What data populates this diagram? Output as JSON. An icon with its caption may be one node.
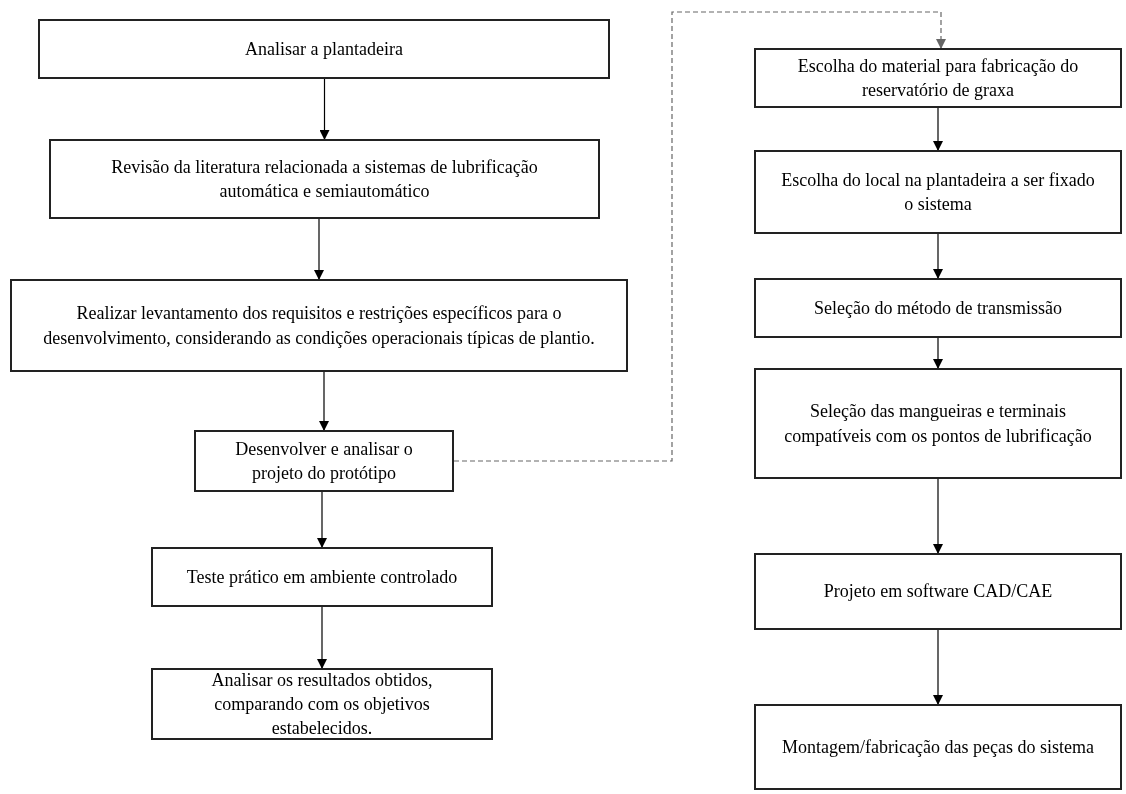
{
  "diagram": {
    "nodes": [
      {
        "text": [
          "Analisar a plantadeira"
        ]
      },
      {
        "text": [
          "Revisão da literatura relacionada a sistemas de lubrificação automática e semiautomático"
        ]
      },
      {
        "text": [
          "Realizar levantamento dos requisitos e restrições específicos para o desenvolvimento, considerando as condições operacionais típicas de plantio."
        ]
      },
      {
        "text": [
          "Desenvolver e analisar o projeto do protótipo"
        ]
      },
      {
        "text": [
          "Teste prático em ambiente controlado"
        ]
      },
      {
        "text": [
          "Analisar os resultados obtidos, comparando com os objetivos estabelecidos."
        ]
      },
      {
        "text": [
          "Escolha do material para fabricação do reservatório de graxa"
        ]
      },
      {
        "text": [
          "Escolha do local na plantadeira a ser fixado o sistema"
        ]
      },
      {
        "text": [
          "Seleção do método de transmissão"
        ]
      },
      {
        "text": [
          "Seleção das mangueiras e terminais compatíveis com os pontos de lubrificação"
        ]
      },
      {
        "text": [
          "Projeto em software CAD/CAE"
        ]
      },
      {
        "text": [
          "Montagem/fabricação das peças do sistema"
        ]
      }
    ],
    "edges": [
      {
        "from": 0,
        "to": 1,
        "arrow": "to"
      },
      {
        "from": 1,
        "to": 2,
        "arrow": "to"
      },
      {
        "from": 2,
        "to": 3,
        "arrow": "to"
      },
      {
        "from": 3,
        "to": 4,
        "arrow": "to"
      },
      {
        "from": 4,
        "to": 5,
        "arrow": "to"
      },
      {
        "from": 3,
        "to": 6,
        "arrow": "to",
        "style": "dashed",
        "color": "#666666"
      },
      {
        "from": 6,
        "to": 7,
        "arrow": "to"
      },
      {
        "from": 7,
        "to": 8,
        "arrow": "to"
      },
      {
        "from": 8,
        "to": 9,
        "arrow": "to"
      },
      {
        "from": 9,
        "to": 10,
        "arrow": "to"
      },
      {
        "from": 10,
        "to": 11,
        "arrow": "to"
      }
    ]
  }
}
